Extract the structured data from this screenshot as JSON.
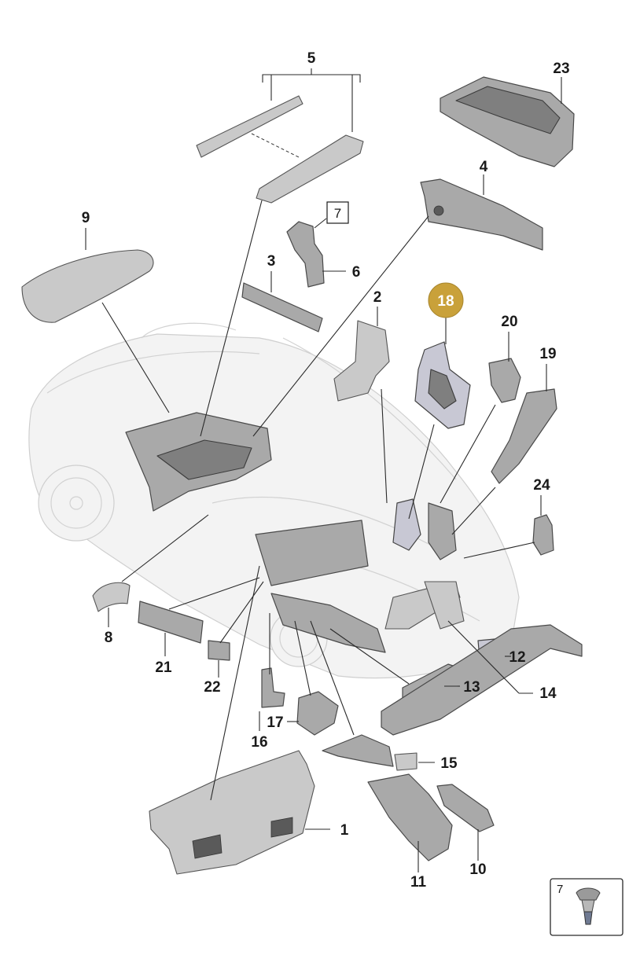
{
  "callouts": {
    "c1": "1",
    "c2": "2",
    "c3": "3",
    "c4": "4",
    "c5": "5",
    "c6": "6",
    "c7": "7",
    "c8": "8",
    "c9": "9",
    "c10": "10",
    "c11": "11",
    "c12": "12",
    "c13": "13",
    "c14": "14",
    "c15": "15",
    "c16": "16",
    "c17": "17",
    "c18": "18",
    "c19": "19",
    "c20": "20",
    "c21": "21",
    "c22": "22",
    "c23": "23",
    "c24": "24"
  },
  "ref_box": "7",
  "inset": {
    "label": "7"
  },
  "highlight": {
    "label": "18",
    "color": "#c9a13a",
    "text_color": "#ffffff"
  }
}
